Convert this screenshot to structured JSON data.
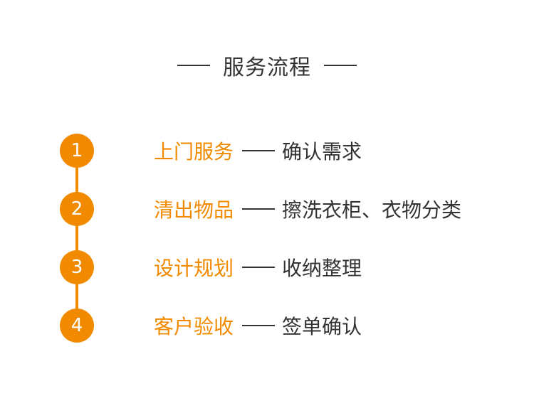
{
  "header": {
    "title": "服务流程"
  },
  "colors": {
    "accent": "#f28a00",
    "text": "#333333"
  },
  "steps": [
    {
      "number": "1",
      "title": "上门服务",
      "desc": "确认需求"
    },
    {
      "number": "2",
      "title": "清出物品",
      "desc": "擦洗衣柜、衣物分类"
    },
    {
      "number": "3",
      "title": "设计规划",
      "desc": "收纳整理"
    },
    {
      "number": "4",
      "title": "客户验收",
      "desc": "签单确认"
    }
  ]
}
